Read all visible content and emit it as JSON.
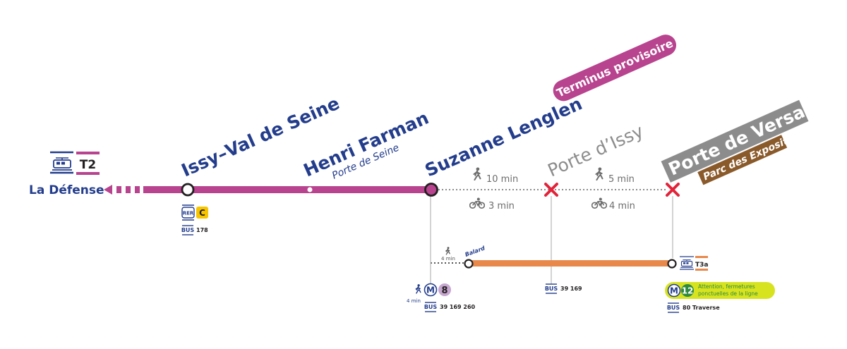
{
  "colors": {
    "t2": "#b8438e",
    "t3a": "#e8884a",
    "ratp_blue": "#233d8c",
    "grey": "#8c8c8c",
    "red": "#e2233a",
    "brown": "#8a5a2b",
    "rer_c": "#f7c500",
    "m8": "#c6a6cf",
    "m12": "#2e8a3f",
    "notice_bg": "#d8e31f"
  },
  "legend": {
    "tram_icon": "tram-icon",
    "line_badge": "T2",
    "destination": "La Défense"
  },
  "stations": {
    "issy": {
      "name": "Issy–Val de Seine",
      "rer_badge": "RER",
      "rer_line": "C",
      "bus_label": "BUS",
      "bus_lines": "178"
    },
    "henri_farman": {
      "name": "Henri Farman",
      "subtitle": "Porte de Seine"
    },
    "suzanne": {
      "name": "Suzanne Lenglen",
      "terminus_label": "Terminus provisoire",
      "metro_walk_time": "4 min",
      "metro_badge": "M",
      "metro_line": "8",
      "bus_label": "BUS",
      "bus_lines": "39 169 260"
    },
    "porte_issy": {
      "name": "Porte d’Issy",
      "bus_label": "BUS",
      "bus_lines": "39 169"
    },
    "porte_versailles": {
      "name": "Porte de Versailles",
      "subtitle": "Parc des Expositions",
      "tram_badge": "T3a",
      "metro_badge": "M",
      "metro_line": "12",
      "notice": [
        "Attention, fermetures",
        "ponctuelles de la ligne"
      ],
      "bus_label": "BUS",
      "bus_lines": "80 Traverse"
    }
  },
  "segments": {
    "seg1": {
      "walk": "10 min",
      "bike": "3 min"
    },
    "seg2": {
      "walk": "5 min",
      "bike": "4 min"
    }
  },
  "balard": {
    "name": "Balard",
    "walk_time": "4 min"
  }
}
